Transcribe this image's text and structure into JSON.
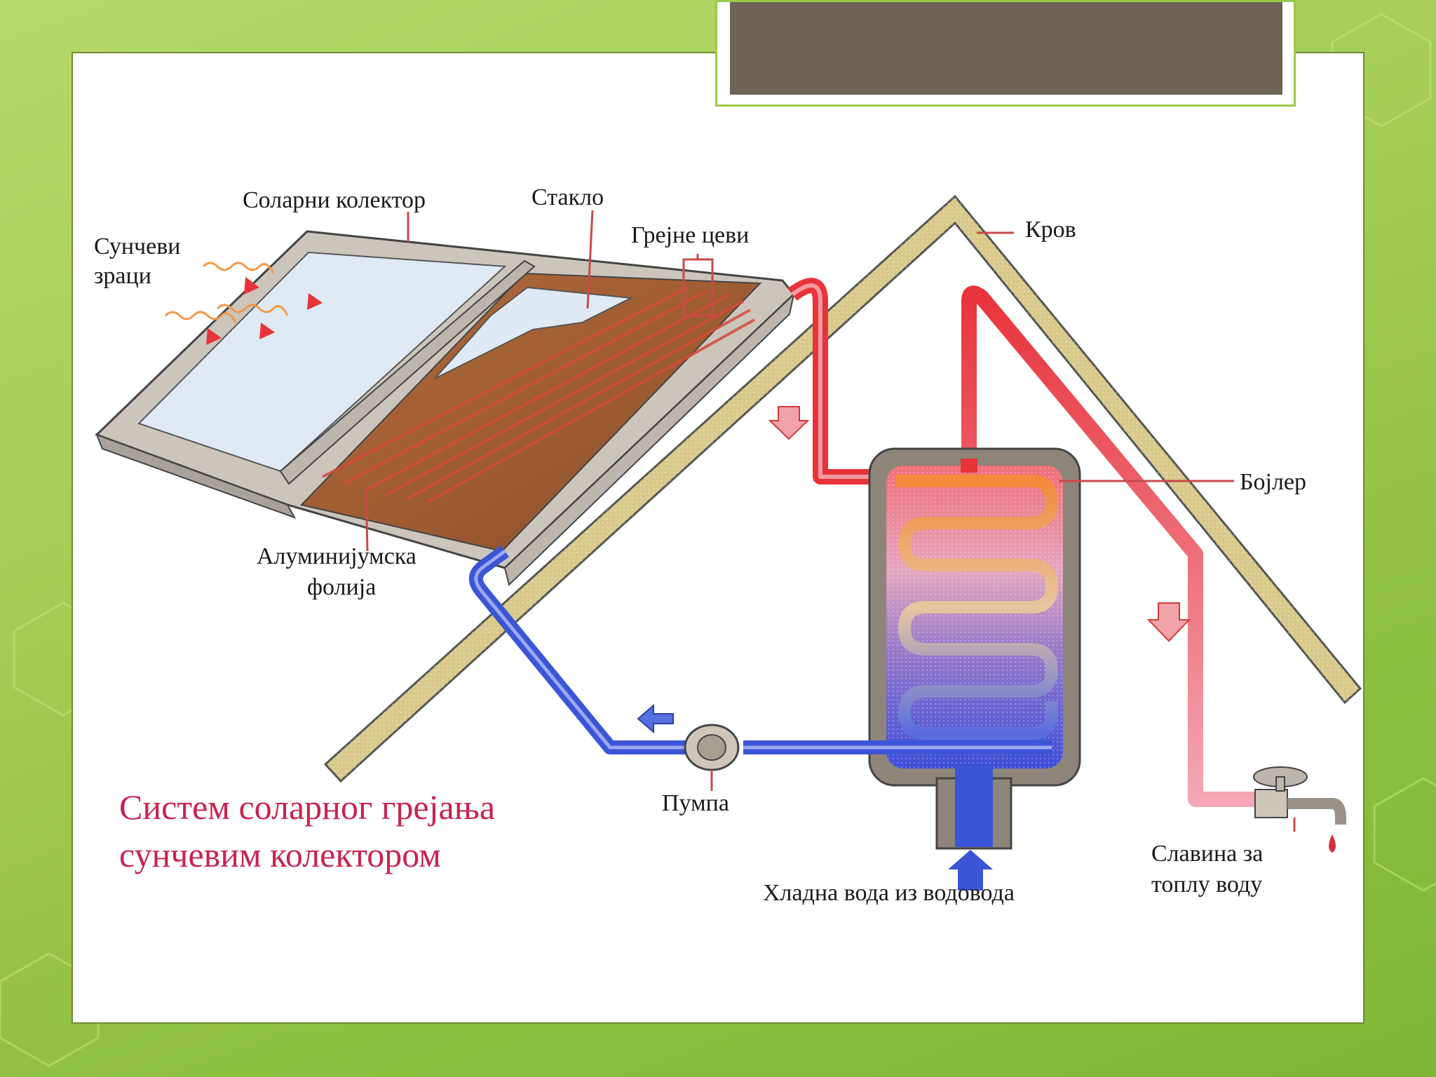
{
  "slide": {
    "title_box_text": ""
  },
  "labels": {
    "sun_rays_line1": "Сунчеви",
    "sun_rays_line2": "зраци",
    "solar_collector": "Соларни колектор",
    "glass": "Стакло",
    "heating_pipes": "Грејне цеви",
    "roof": "Кров",
    "boiler": "Бојлер",
    "aluminum_foil_line1": "Алуминијумска",
    "aluminum_foil_line2": "фолија",
    "pump": "Пумпа",
    "faucet_line1": "Славина за",
    "faucet_line2": "топлу воду",
    "cold_water": "Хладна вода из водовода"
  },
  "caption": {
    "line1": "Систем соларног грејања",
    "line2": "сунчевим колектором"
  },
  "colors": {
    "hot_pipe": "#e8333b",
    "cold_pipe": "#3a55d6",
    "roof_beam": "#d9c98a",
    "caption": "#c8234f",
    "title_box": "#6d6456",
    "background_green": "#a3cc55"
  }
}
